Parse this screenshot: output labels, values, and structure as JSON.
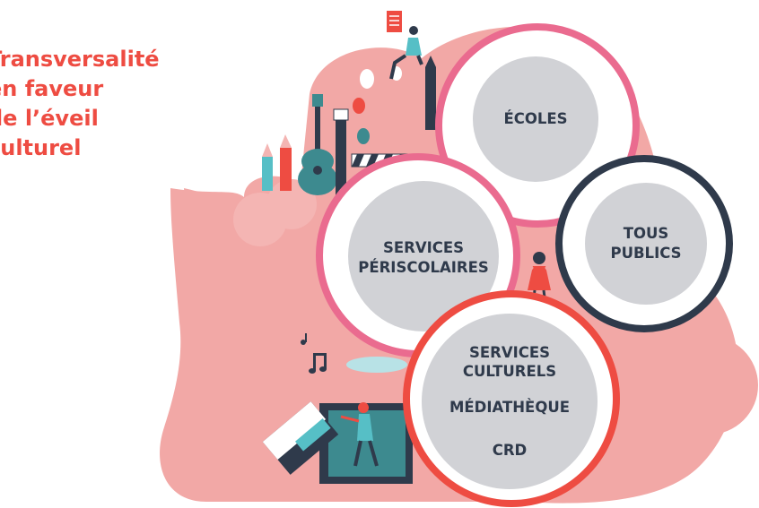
{
  "headline": {
    "lines": [
      "Transversalité",
      "en faveur",
      "de l’éveil",
      "culturel"
    ],
    "color": "#ee4c42"
  },
  "circles": {
    "ecoles": {
      "label": "ÉCOLES",
      "ring_color": "#ea6b8f"
    },
    "periscolaires": {
      "lines": [
        "SERVICES",
        "PÉRISCOLAIRES"
      ],
      "ring_color": "#ea6b8f"
    },
    "tous_publics": {
      "lines": [
        "TOUS",
        "PUBLICS"
      ],
      "ring_color": "#2f3a4b"
    },
    "culturels": {
      "lines": [
        "SERVICES",
        "CULTURELS"
      ],
      "sub1": "MÉDIATHÈQUE",
      "sub2": "CRD",
      "ring_color": "#ee4c42"
    }
  },
  "colors": {
    "blob": "#f2a8a6",
    "inner": "#d1d2d6",
    "navy": "#2f3a4b",
    "teal": "#3d8a8f",
    "turquoise": "#56bfc6",
    "red": "#ee4c42"
  },
  "icons": [
    "music-note-icon",
    "guitar-icon",
    "pencil-icon",
    "paintbrush-icon",
    "reading-person-icon",
    "dancing-child-icon",
    "dancer-icon",
    "clapperboard-icon"
  ]
}
